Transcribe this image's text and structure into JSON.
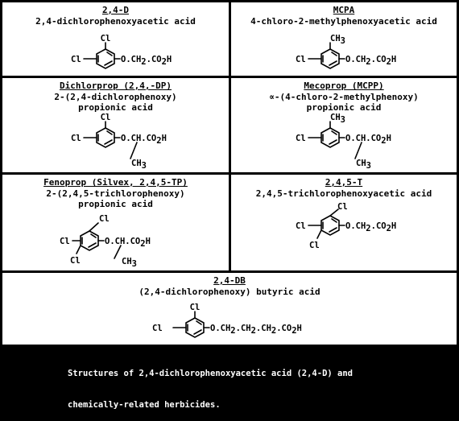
{
  "panels": [
    {
      "title": "2,4-D",
      "lines": [
        "2,4-dichlorophenoxyacetic acid"
      ],
      "labels": {
        "cl_ring": "Cl",
        "cl_para": "Cl",
        "group": "O.CH",
        "sub": "2",
        "group2": ".CO",
        "sub2": "2",
        "tail": "H"
      }
    },
    {
      "title": "MCPA",
      "lines": [
        "4-chloro-2-methylphenoxyacetic acid"
      ],
      "labels": {
        "ch3_ring": "CH",
        "ch3_sub": "3",
        "cl_para": "Cl",
        "group": "O.CH",
        "sub": "2",
        "group2": ".CO",
        "sub2": "2",
        "tail": "H"
      }
    },
    {
      "title": "Dichlorprop (2,4,-DP)",
      "lines": [
        "2-(2,4-dichlorophenoxy)",
        "propionic acid"
      ],
      "labels": {
        "cl_ring": "Cl",
        "cl_para": "Cl",
        "group": "O.CH.CO",
        "sub": "2",
        "tail": "H",
        "branch": "CH",
        "branch_sub": "3"
      }
    },
    {
      "title": "Mecoprop (MCPP)",
      "lines": [
        "∝-(4-chloro-2-methylphenoxy)",
        "propionic acid"
      ],
      "labels": {
        "ch3_ring": "CH",
        "ch3_sub": "3",
        "cl_para": "Cl",
        "group": "O.CH.CO",
        "sub": "2",
        "tail": "H",
        "branch": "CH",
        "branch_sub": "3"
      }
    },
    {
      "title": "Fenoprop (Silvex, 2,4,5-TP)",
      "lines": [
        "2-(2,4,5-trichlorophenoxy)",
        "propionic acid"
      ],
      "labels": {
        "cl_ring": "Cl",
        "cl_para": "Cl",
        "cl_meta": "Cl",
        "group": "O.CH.CO",
        "sub": "2",
        "tail": "H",
        "branch": "CH",
        "branch_sub": "3"
      }
    },
    {
      "title": "2,4,5-T",
      "lines": [
        "2,4,5-trichlorophenoxyacetic acid"
      ],
      "labels": {
        "cl_ring": "Cl",
        "cl_para": "Cl",
        "cl_meta": "Cl",
        "group": "O.CH",
        "sub": "2",
        "group2": ".CO",
        "sub2": "2",
        "tail": "H"
      }
    },
    {
      "title": "2,4-DB",
      "lines": [
        "(2,4-dichlorophenoxy) butyric acid"
      ],
      "labels": {
        "cl_ring": "Cl",
        "cl_para": "Cl",
        "group": "O.CH",
        "sub": "2",
        "group2": ".CH",
        "sub2": "2",
        "group3": ".CH",
        "sub3": "2",
        "group4": ".CO",
        "sub4": "2",
        "tail": "H"
      }
    }
  ],
  "caption": {
    "line1": "Structures of 2,4-dichlorophenoxyacetic acid (2,4-D) and",
    "line2": "chemically-related herbicides."
  }
}
